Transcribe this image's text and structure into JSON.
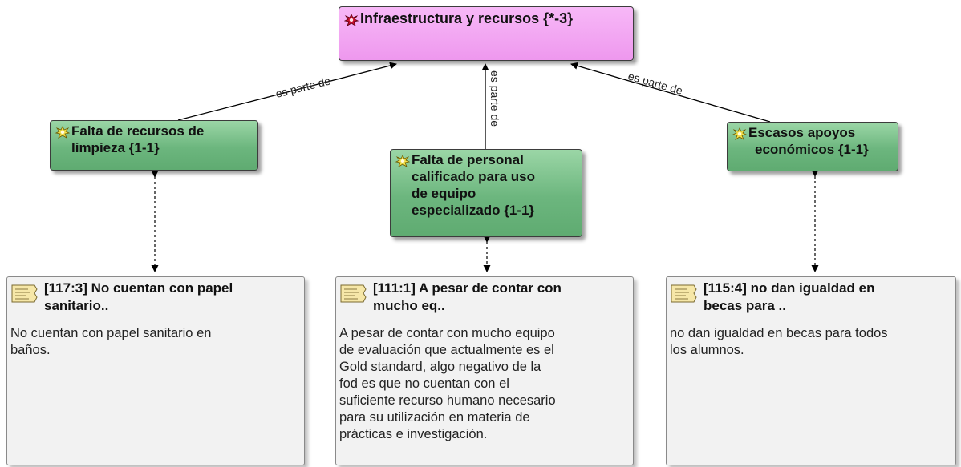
{
  "colors": {
    "root_fill": "#f4abf4",
    "code_fill": "#79bf88",
    "quote_fill": "#f2f2f2",
    "connector": "#000000"
  },
  "root": {
    "label": "Infraestructura y recursos {*-3}",
    "icon": "code-family-icon"
  },
  "codes": [
    {
      "lines": [
        "Falta de recursos de",
        "limpieza {1-1}"
      ],
      "icon": "code-icon"
    },
    {
      "lines": [
        "Falta de personal",
        "calificado para uso",
        "de equipo",
        "especializado {1-1}"
      ],
      "icon": "code-icon"
    },
    {
      "lines": [
        "Escasos apoyos",
        "económicos {1-1}"
      ],
      "icon": "code-icon"
    }
  ],
  "relation_labels": [
    "es parte de",
    "es parte de",
    "es parte de"
  ],
  "quotes": [
    {
      "title_lines": [
        "[117:3] No cuentan con papel",
        "sanitario.."
      ],
      "body_lines": [
        "No cuentan con papel sanitario en",
        "baños."
      ],
      "icon": "document-quote-icon"
    },
    {
      "title_lines": [
        "[111:1] A pesar de contar con",
        "mucho eq.."
      ],
      "body_lines": [
        "A pesar de contar con mucho equipo",
        "de evaluación que actualmente es el",
        "Gold standard, algo negativo de la",
        "fod es que no cuentan con el",
        "suficiente recurso humano necesario",
        "para su utilización en materia de",
        "prácticas e investigación."
      ],
      "icon": "document-quote-icon"
    },
    {
      "title_lines": [
        "[115:4] no dan igualdad en",
        "becas para .."
      ],
      "body_lines": [
        "no dan igualdad en becas para todos",
        "los alumnos."
      ],
      "icon": "document-quote-icon"
    }
  ]
}
